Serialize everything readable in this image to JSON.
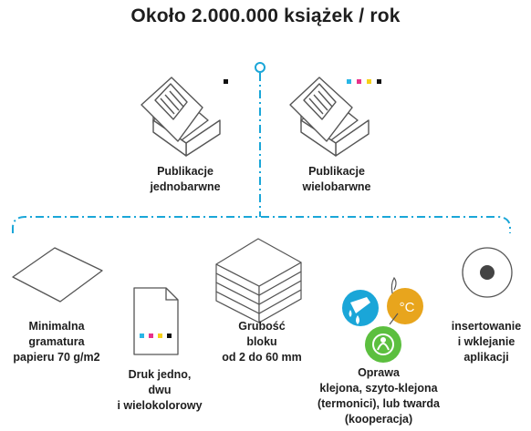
{
  "title": "Około 2.000.000 książek / rok",
  "colors": {
    "accent": "#1aa6d8",
    "cyan": "#29b6e6",
    "magenta": "#e8318a",
    "yellow": "#f7d117",
    "black": "#111111",
    "orange": "#e8a51d",
    "green": "#5cbf3f"
  },
  "top_items": [
    {
      "icon": "book-icon",
      "swatches": [
        "black"
      ],
      "label_lines": [
        "Publikacje",
        "jednobarwne"
      ]
    },
    {
      "icon": "book-icon",
      "swatches": [
        "cyan",
        "magenta",
        "yellow",
        "black"
      ],
      "label_lines": [
        "Publikacje",
        "wielobarwne"
      ]
    }
  ],
  "bottom_items": [
    {
      "icon": "paper-sheet-icon",
      "label_lines": [
        "Minimalna",
        "gramatura",
        "papieru 70 g/m2"
      ]
    },
    {
      "icon": "printed-page-icon",
      "label_lines": [
        "Druk jedno,",
        "dwu",
        "i wielokolorowy"
      ]
    },
    {
      "icon": "paper-stack-icon",
      "label_lines": [
        "Grubość",
        "bloku",
        "od 2 do 60 mm"
      ]
    },
    {
      "icon": "binding-types-icon",
      "badge_text": "°C",
      "label_lines": [
        "Oprawa",
        "klejona, szyto-klejona",
        "(termonici), lub twarda",
        "(kooperacja)"
      ]
    },
    {
      "icon": "disc-insert-icon",
      "label_lines": [
        "insertowanie",
        "i wklejanie",
        "aplikacji"
      ]
    }
  ]
}
